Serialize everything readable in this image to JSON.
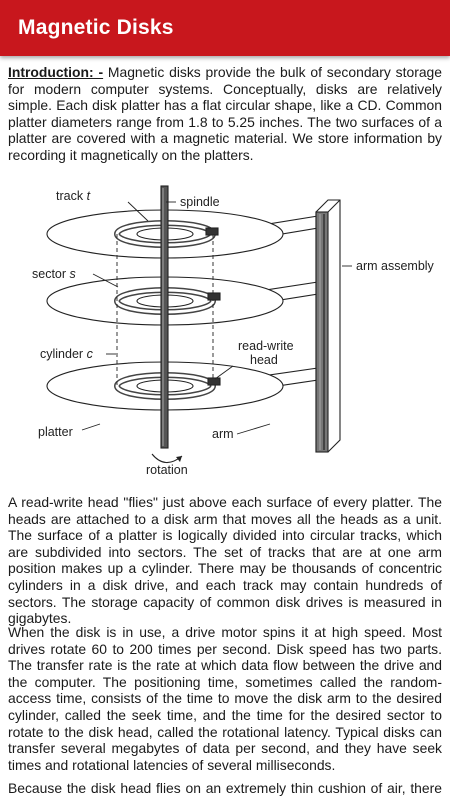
{
  "appbar": {
    "title": "Magnetic Disks"
  },
  "intro": {
    "label": "Introduction: -",
    "text": " Magnetic disks provide the bulk of secondary storage for modern computer systems. Conceptually, disks are relatively simple. Each disk platter has a flat circular shape, like a CD. Common platter diameters range from 1.8 to 5.25 inches. The two surfaces of a platter are covered with a magnetic material. We store information by recording it magnetically on the platters."
  },
  "figure": {
    "labels": {
      "track": "track",
      "track_var": "t",
      "spindle": "spindle",
      "arm_assembly": "arm assembly",
      "sector": "sector",
      "sector_var": "s",
      "cylinder": "cylinder",
      "cylinder_var": "c",
      "read_write_head_1": "read-write",
      "read_write_head_2": "head",
      "platter": "platter",
      "arm": "arm",
      "rotation": "rotation"
    }
  },
  "paragraphs": [
    "A read-write head \"flies\" just above each surface of every platter. The heads are attached to a disk arm that moves all the heads as a unit. The surface of a platter is logically divided into circular tracks, which are subdivided into sectors. The set of tracks that are at one arm position makes up a cylinder. There may be thousands of concentric cylinders in a disk drive, and each track may contain hundreds of sectors. The storage capacity of common disk drives is measured in gigabytes.",
    "When the disk is in use, a drive motor spins it at high speed. Most drives rotate 60 to 200 times per second. Disk speed has two parts. The transfer rate is the rate at which data flow between the drive and the computer. The positioning time, sometimes called the random-access time, consists of the time to move the disk arm to the desired cylinder, called the seek time, and the time for the desired sector to rotate to the disk head, called the rotational latency. Typical disks can transfer several megabytes of data per second, and they have seek times and rotational latencies of several milliseconds.",
    "Because the disk head flies on an extremely thin cushion of air, there is a"
  ]
}
